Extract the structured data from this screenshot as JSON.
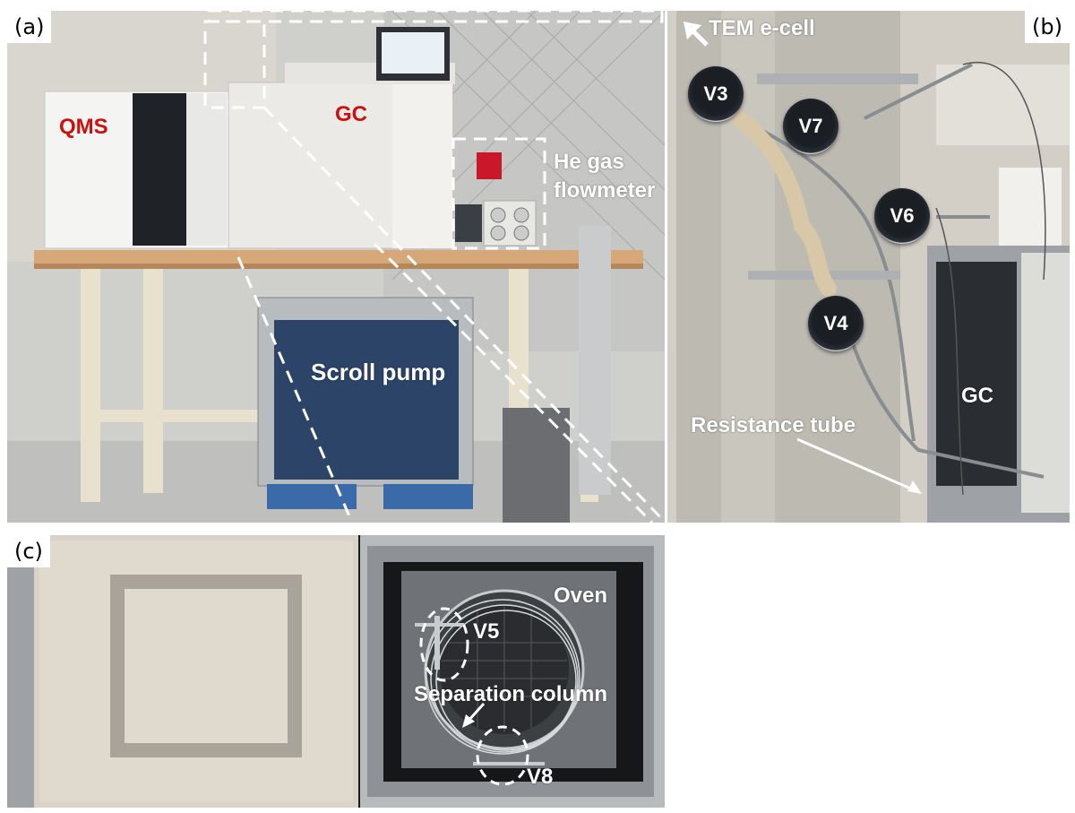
{
  "panels": {
    "a": {
      "label": "(a)",
      "qms": "QMS",
      "gc": "GC",
      "he_line1": "He gas",
      "he_line2": "flowmeter",
      "scroll_pump": "Scroll pump"
    },
    "b": {
      "label": "(b)",
      "tem_cell": "TEM e-cell",
      "valves": [
        "V3",
        "V7",
        "V6",
        "V4"
      ],
      "gc": "GC",
      "resistance_tube": "Resistance tube"
    },
    "c": {
      "label": "(c)",
      "oven": "Oven",
      "v5": "V5",
      "separation_column": "Separation column",
      "v8": "V8"
    }
  },
  "colors": {
    "red_label": "#cc1010",
    "white_label": "#ffffff",
    "dashed_box": "#ffffff"
  }
}
